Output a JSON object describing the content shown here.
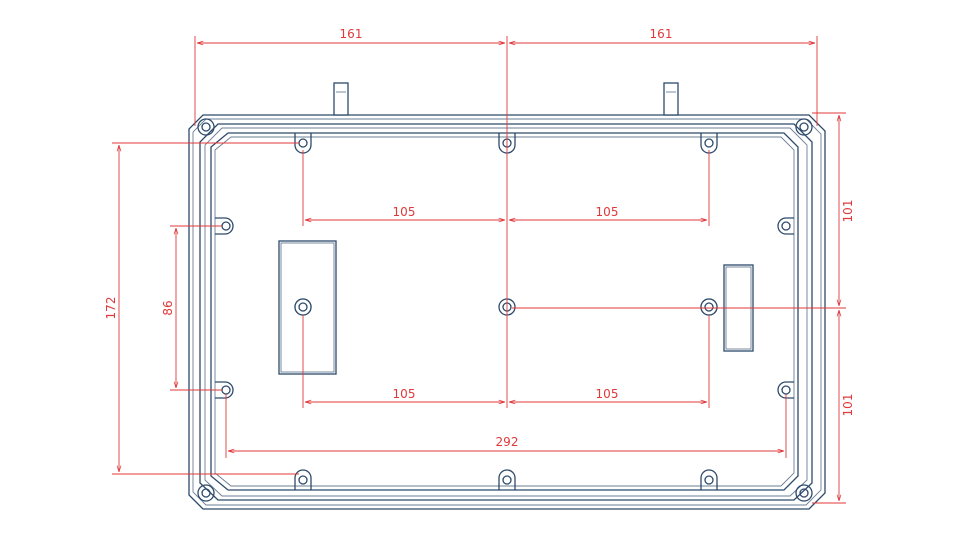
{
  "colors": {
    "outline": "#2d4a6b",
    "dimension": "#e0393b",
    "background": "#ffffff"
  },
  "dimensions": {
    "top_left_width": "161",
    "top_right_width": "161",
    "upper_left_spacing": "105",
    "upper_right_spacing": "105",
    "lower_left_spacing": "105",
    "lower_right_spacing": "105",
    "overall_hole_span": "292",
    "left_total_height": "172",
    "left_inner_height": "86",
    "right_upper_height": "101",
    "right_lower_height": "101"
  }
}
